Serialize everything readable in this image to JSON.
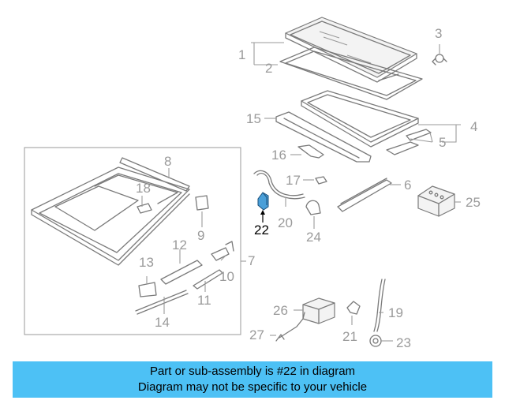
{
  "diagram": {
    "callouts": {
      "c1": "1",
      "c2": "2",
      "c3": "3",
      "c4": "4",
      "c5": "5",
      "c6": "6",
      "c7": "7",
      "c8": "8",
      "c9": "9",
      "c10": "10",
      "c11": "11",
      "c12": "12",
      "c13": "13",
      "c14": "14",
      "c15": "15",
      "c16": "16",
      "c17": "17",
      "c18": "18",
      "c19": "19",
      "c20": "20",
      "c21": "21",
      "c22": "22",
      "c23": "23",
      "c24": "24",
      "c25": "25",
      "c26": "26",
      "c27": "27"
    },
    "highlight_part": "22",
    "highlight_color": "#4a9fd8"
  },
  "banner": {
    "line1": "Part or sub-assembly is #22 in diagram",
    "line2": "Diagram may not be specific to your vehicle",
    "color": "#4dc1f5"
  }
}
